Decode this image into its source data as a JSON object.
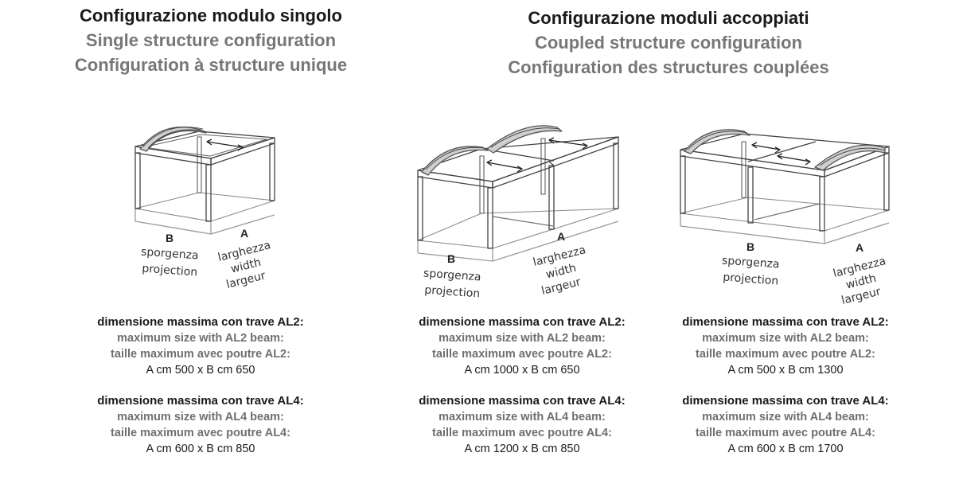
{
  "headings": {
    "single": {
      "it": "Configurazione modulo singolo",
      "en": "Single structure configuration",
      "fr": "Configuration à structure unique"
    },
    "coupled": {
      "it": "Configurazione moduli accoppiati",
      "en": "Coupled structure configuration",
      "fr": "Configuration des structures couplées"
    }
  },
  "dim_labels": {
    "b_letter": "B",
    "a_letter": "A",
    "b_it": "sporgenza",
    "b_en": "projection",
    "a_it": "larghezza",
    "a_en": "width",
    "a_fr": "largeur"
  },
  "columns": [
    {
      "al2": {
        "it": "dimensione massima con trave AL2:",
        "en": "maximum size with AL2 beam:",
        "fr": "taille maximum avec poutre AL2:",
        "value": "A cm 500  x  B cm 650"
      },
      "al4": {
        "it": "dimensione massima con trave AL4:",
        "en": "maximum size with AL4 beam:",
        "fr": "taille maximum avec poutre AL4:",
        "value": "A cm 600  x  B cm 850"
      }
    },
    {
      "al2": {
        "it": "dimensione massima con trave AL2:",
        "en": "maximum size with AL2 beam:",
        "fr": "taille maximum avec poutre AL2:",
        "value": "A cm 1000  x  B cm 650"
      },
      "al4": {
        "it": "dimensione massima con trave AL4:",
        "en": "maximum size with AL4 beam:",
        "fr": "taille maximum avec poutre AL4:",
        "value": "A cm 1200  x  B cm 850"
      }
    },
    {
      "al2": {
        "it": "dimensione massima con trave AL2:",
        "en": "maximum size with AL2 beam:",
        "fr": "taille maximum avec poutre AL2:",
        "value": "A cm 500  x  B cm 1300"
      },
      "al4": {
        "it": "dimensione massima con trave AL4:",
        "en": "maximum size with AL4 beam:",
        "fr": "taille maximum avec poutre AL4:",
        "value": "A cm 600  x  B cm 1700"
      }
    }
  ],
  "colors": {
    "heading_dark": "#1a1a1a",
    "heading_grey": "#777777",
    "line": "#444444"
  }
}
